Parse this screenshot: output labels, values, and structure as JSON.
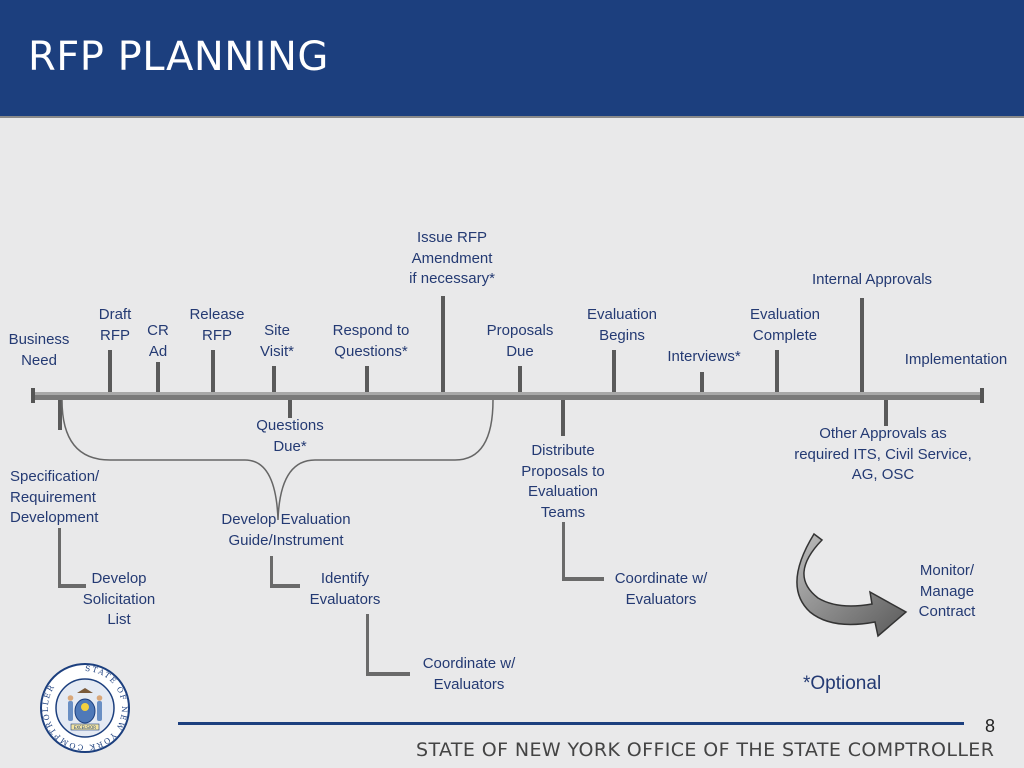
{
  "title": "RFP PLANNING",
  "colors": {
    "header": "#1c3f7e",
    "text": "#243a73",
    "line": "#555555",
    "background": "#e9e9ea"
  },
  "timeline": {
    "above": [
      {
        "id": "business-need",
        "label": "Business\nNeed"
      },
      {
        "id": "draft-rfp",
        "label": "Draft\nRFP"
      },
      {
        "id": "cr-ad",
        "label": "CR\nAd"
      },
      {
        "id": "release-rfp",
        "label": "Release\nRFP"
      },
      {
        "id": "site-visit",
        "label": "Site\nVisit*"
      },
      {
        "id": "respond-to-questions",
        "label": "Respond to\nQuestions*"
      },
      {
        "id": "issue-rfp-amendment",
        "label": "Issue RFP\nAmendment\nif necessary*"
      },
      {
        "id": "proposals-due",
        "label": "Proposals\nDue"
      },
      {
        "id": "evaluation-begins",
        "label": "Evaluation\nBegins"
      },
      {
        "id": "interviews",
        "label": "Interviews*"
      },
      {
        "id": "evaluation-complete",
        "label": "Evaluation\nComplete"
      },
      {
        "id": "internal-approvals",
        "label": "Internal Approvals"
      },
      {
        "id": "implementation",
        "label": "Implementation"
      }
    ],
    "below": [
      {
        "id": "specification-requirement-development",
        "label": "Specification/\nRequirement\nDevelopment"
      },
      {
        "id": "questions-due",
        "label": "Questions\nDue*"
      },
      {
        "id": "develop-evaluation-guide",
        "label": "Develop Evaluation\nGuide/Instrument"
      },
      {
        "id": "distribute-proposals",
        "label": "Distribute\nProposals to\nEvaluation\nTeams"
      },
      {
        "id": "other-approvals",
        "label": "Other Approvals as\nrequired ITS, Civil Service,\nAG, OSC"
      },
      {
        "id": "develop-solicitation-list",
        "label": "Develop\nSolicitation\nList"
      },
      {
        "id": "identify-evaluators",
        "label": "Identify\nEvaluators"
      },
      {
        "id": "coordinate-evaluators-1",
        "label": "Coordinate w/\nEvaluators"
      },
      {
        "id": "coordinate-evaluators-2",
        "label": "Coordinate w/\nEvaluators"
      },
      {
        "id": "monitor-manage-contract",
        "label": "Monitor/\nManage\nContract"
      }
    ]
  },
  "optional_note": "*Optional",
  "page_number": "8",
  "footer": "STATE OF NEW YORK OFFICE OF THE STATE COMPTROLLER",
  "seal": {
    "ring_text": "STATE OF NEW YORK COMPTROLLER",
    "banner": "EXCELSIOR",
    "icon": "new-york-state-seal-icon"
  }
}
